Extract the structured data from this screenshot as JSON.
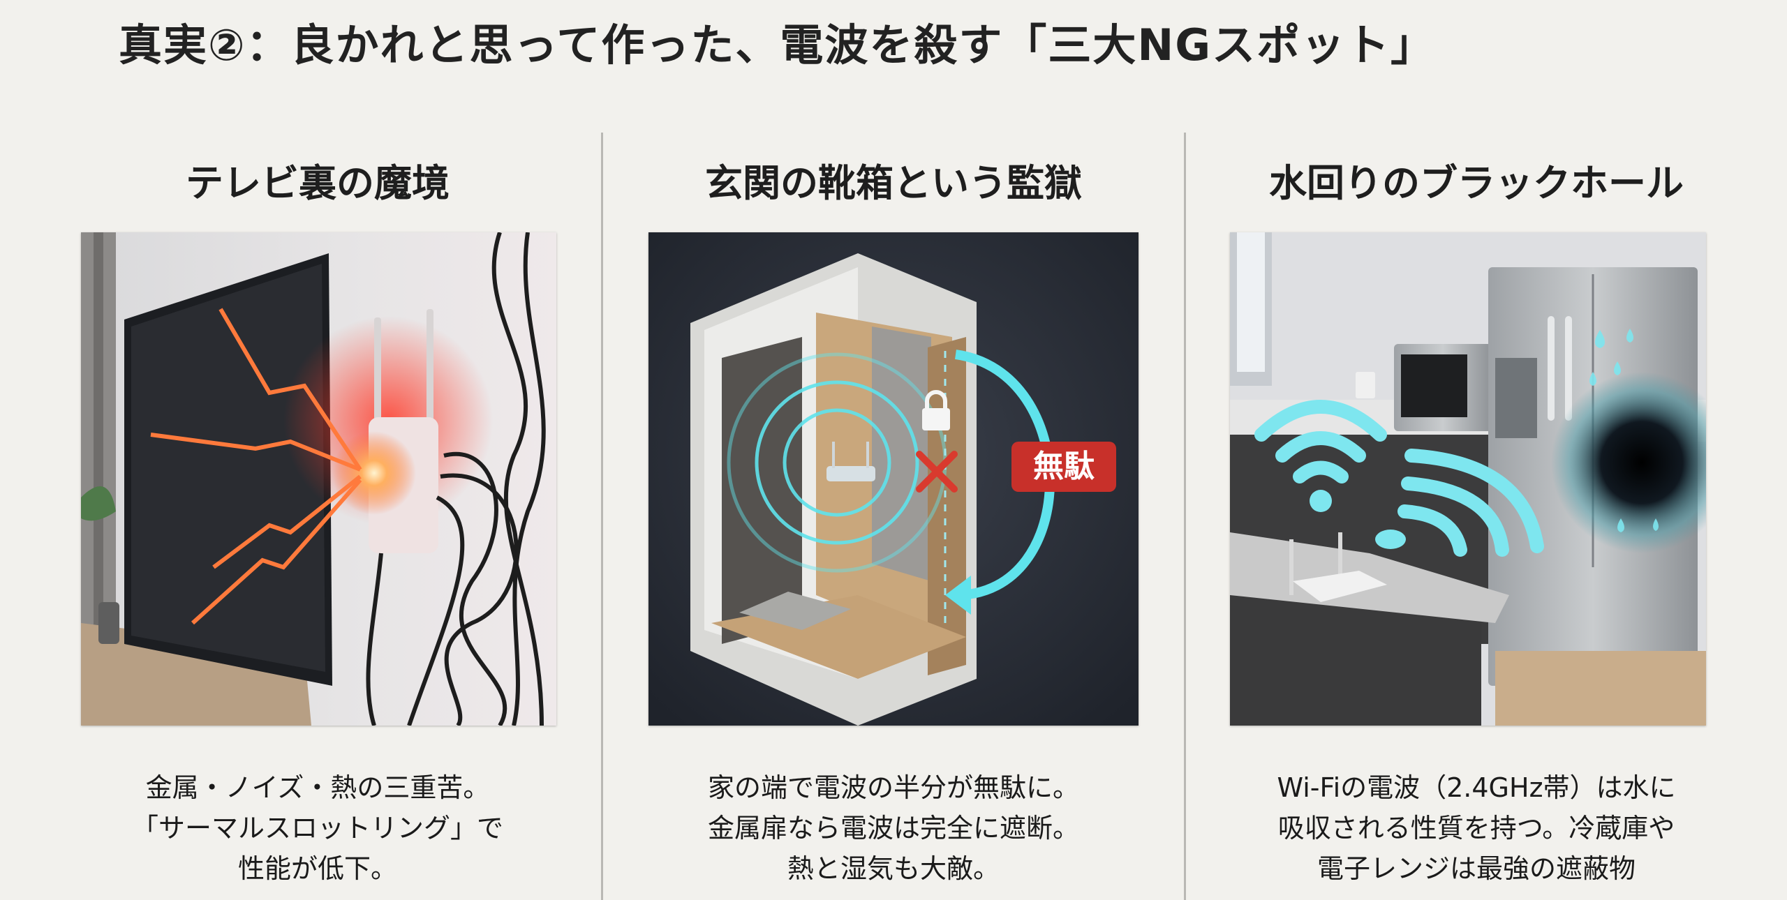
{
  "title": "真実②：良かれと思って作った、電波を殺す「三大NGスポット」",
  "colors": {
    "background": "#f2f1ed",
    "divider": "#b9b8b4",
    "accent_cyan": "#5fe3ec",
    "accent_red": "#c8302a",
    "spark_orange": "#ff7a3c"
  },
  "columns": [
    {
      "heading": "テレビ裏の魔境",
      "image_label": "TV-back router with sparks, heat and tangled cables",
      "description": [
        "金属・ノイズ・熱の三重苦。",
        "「サーマルスロットリング」で",
        "性能が低下。"
      ]
    },
    {
      "heading": "玄関の靴箱という監獄",
      "image_label": "Router inside entrance shoe cabinet, signal blocked",
      "badge": "無駄",
      "description": [
        "家の端で電波の半分が無駄に。",
        "金属扉なら電波は完全に遮断。",
        "熱と湿気も大敵。"
      ]
    },
    {
      "heading": "水回りのブラックホール",
      "image_label": "Kitchen router with Wi-Fi absorbed by refrigerator vortex",
      "description": [
        "Wi-Fiの電波（2.4GHz帯）は水に",
        "吸収される性質を持つ。冷蔵庫や",
        "電子レンジは最強の遮蔽物"
      ]
    }
  ]
}
